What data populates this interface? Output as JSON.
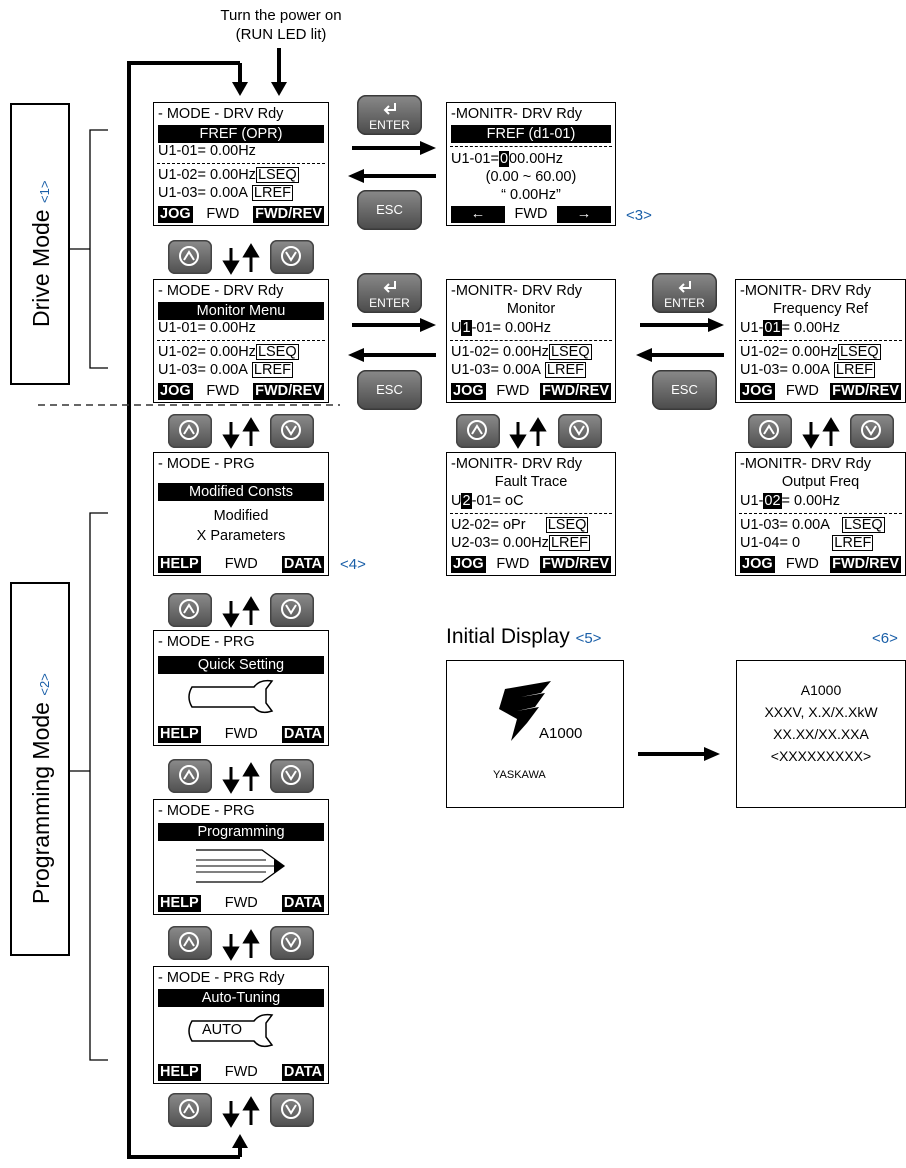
{
  "power_on": {
    "line1": "Turn the power on",
    "line2": "(RUN LED lit)"
  },
  "drive_mode": {
    "label": "Drive Mode",
    "ref": "<1>"
  },
  "programming_mode": {
    "label": "Programming Mode",
    "ref": "<2>"
  },
  "keys": {
    "enter": "ENTER",
    "esc": "ESC"
  },
  "screen_fref": {
    "header": "- MODE -   DRV  Rdy",
    "title": "FREF (OPR)",
    "line1": "U1-01=  0.00Hz",
    "line2": "U1-02=  0.00Hz",
    "line3": "U1-03=  0.00A",
    "tag_lseq": "LSEQ",
    "tag_lref": "LREF",
    "foot_left": "JOG",
    "foot_mid": "FWD",
    "foot_right": "FWD/REV"
  },
  "screen_fref_edit": {
    "header": "-MONITR-   DRV  Rdy",
    "title": "FREF (d1-01)",
    "line1_pre": "U1-01=",
    "line1_cursor": "0",
    "line1_post": "00.00Hz",
    "line2": "(0.00 ~ 60.00)",
    "line3": "“  0.00Hz”",
    "foot_left": "←",
    "foot_mid": "FWD",
    "foot_right": "→",
    "ref": "<3>"
  },
  "screen_monitor_menu": {
    "header": "- MODE -   DRV  Rdy",
    "title": "Monitor Menu",
    "line1": "U1-01=  0.00Hz",
    "line2": "U1-02=  0.00Hz",
    "line3": "U1-03=  0.00A",
    "tag_lseq": "LSEQ",
    "tag_lref": "LREF",
    "foot_left": "JOG",
    "foot_mid": "FWD",
    "foot_right": "FWD/REV"
  },
  "screen_monitor_u1": {
    "header": "-MONITR-   DRV  Rdy",
    "title": "Monitor",
    "line1_pre": "U",
    "line1_cursor": "1",
    "line1_post": "-01=  0.00Hz",
    "line2": "U1-02=  0.00Hz",
    "line3": "U1-03=  0.00A",
    "tag_lseq": "LSEQ",
    "tag_lref": "LREF",
    "foot_left": "JOG",
    "foot_mid": "FWD",
    "foot_right": "FWD/REV"
  },
  "screen_fault_trace": {
    "header": "-MONITR-   DRV  Rdy",
    "title": "Fault Trace",
    "line1_pre": "U",
    "line1_cursor": "2",
    "line1_post": "-01=  oC",
    "line2": "U2-02=  oPr",
    "line3": "U2-03=  0.00Hz",
    "tag_lseq": "LSEQ",
    "tag_lref": "LREF",
    "foot_left": "JOG",
    "foot_mid": "FWD",
    "foot_right": "FWD/REV"
  },
  "screen_freq_ref": {
    "header": "-MONITR-   DRV  Rdy",
    "title": "Frequency Ref",
    "line1_pre": "U1-",
    "line1_cursor": "01",
    "line1_post": "=  0.00Hz",
    "line2": "U1-02=  0.00Hz",
    "line3": "U1-03=  0.00A",
    "tag_lseq": "LSEQ",
    "tag_lref": "LREF",
    "foot_left": "JOG",
    "foot_mid": "FWD",
    "foot_right": "FWD/REV"
  },
  "screen_output_freq": {
    "header": "-MONITR-   DRV  Rdy",
    "title": "Output Freq",
    "line1_pre": "U1-",
    "line1_cursor": "02",
    "line1_post": "=  0.00Hz",
    "line2": "U1-03=  0.00A",
    "line3": "U1-04=    0",
    "tag_lseq": "LSEQ",
    "tag_lref": "LREF",
    "foot_left": "JOG",
    "foot_mid": "FWD",
    "foot_right": "FWD/REV"
  },
  "screen_modified": {
    "header": "- MODE -        PRG",
    "title": "Modified Consts",
    "line1": "Modified",
    "line2": "X Parameters",
    "foot_left": "HELP",
    "foot_mid": "FWD",
    "foot_right": "DATA",
    "ref": "<4>"
  },
  "screen_quick": {
    "header": "- MODE -        PRG",
    "title": "Quick Setting",
    "foot_left": "HELP",
    "foot_mid": "FWD",
    "foot_right": "DATA"
  },
  "screen_programming": {
    "header": "- MODE -        PRG",
    "title": "Programming",
    "foot_left": "HELP",
    "foot_mid": "FWD",
    "foot_right": "DATA"
  },
  "screen_autotune": {
    "header": "- MODE -    PRG  Rdy",
    "title": "Auto-Tuning",
    "wrench_label": "AUTO",
    "foot_left": "HELP",
    "foot_mid": "FWD",
    "foot_right": "DATA"
  },
  "initial_display": {
    "label": "Initial Display",
    "ref": "<5>",
    "model": "A1000",
    "brand": "YASKAWA"
  },
  "drive_info": {
    "ref": "<6>",
    "line1": "A1000",
    "line2": "XXXV, X.X/X.XkW",
    "line3": "XX.XX/XX.XXA",
    "line4": "<XXXXXXXXX>"
  }
}
